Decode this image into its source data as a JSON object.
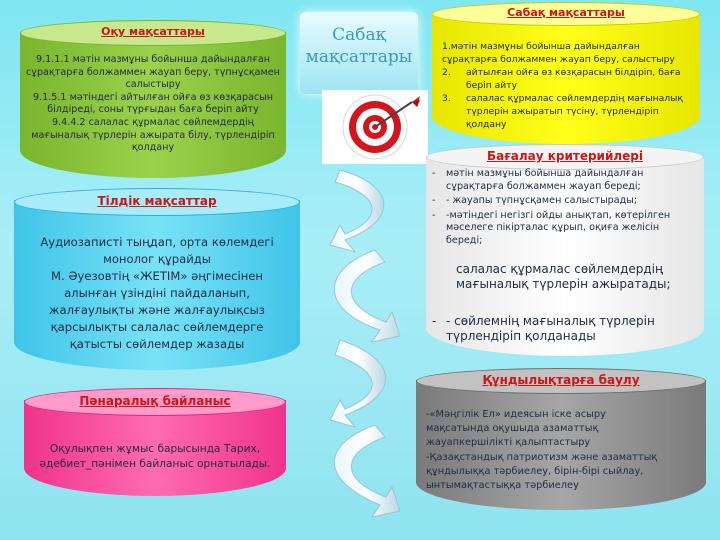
{
  "center": {
    "title_line1": "Сабақ",
    "title_line2": "мақсаттары"
  },
  "learning_goals": {
    "title": "Оқу мақсаттары",
    "lines": [
      "9.1.1.1  мәтін мазмұны бойынша дайындалған",
      "сұрақтарға болжаммен жауап беру, түпнұсқамен",
      "салыстыру",
      "9.1.5.1  мәтіндегі айтылған ойға өз көзқарасын",
      "білдіреді, соны түрғыдан баға беріп айту",
      "9.4.4.2 салалас құрмалас сөйлемдердің",
      "мағыналық түрлерін ажырата білу, түрлендіріп",
      "қолдану"
    ]
  },
  "lesson_goals": {
    "title": "Сабақ  мақсаттары",
    "intro": "1.мәтін мазмұны бойынша дайындалған сұрақтарға болжаммен жауап беру, салыстыру",
    "items": [
      {
        "num": "2.",
        "text": "айтылған ойға өз көзқарасын білдіріп, баға беріп айту"
      },
      {
        "num": "3.",
        "text": "салалас құрмалас сөйлемдердің мағыналық түрлерін ажыратып түсіну, түрлендіріп қолдану"
      }
    ]
  },
  "language_goals": {
    "title": "Тілдік мақсаттар",
    "lines": [
      "Аудиозаписті тыңдап, орта көлемдегі",
      "монолог құрайды",
      "М. Әуезовтің  «ЖЕТІМ» әңгімесінен",
      "алынған үзіндіні пайдаланып,",
      "жалғаулықты және жалғаулықсыз",
      "қарсылықты салалас сөйлемдерге",
      "қатысты сөйлемдер жазады"
    ]
  },
  "criteria": {
    "title": "Бағалау критерийлері",
    "items": [
      "мәтін мазмұны бойынша дайындалған сұрақтарға болжаммен жауап береді;",
      "- жауапы түпнұсқамен салыстырады;",
      "-мәтіндегі негізгі ойды анықтап, көтерілген мәселеге пікірталас құрып, оқиға желісін береді;"
    ],
    "extra": " салалас құрмалас сөйлемдердің мағыналық түрлерін ажыратады;",
    "last": "- сөйлемнің мағыналық түрлерін түрлендіріп қолданады"
  },
  "interdisciplinary": {
    "title": "Пәнаралық байланыс",
    "lines": [
      "Оқулықпен жұмыс барысында Тарих,",
      "әдебиет_пәнімен байланыс орнатылады."
    ]
  },
  "values": {
    "title": "Құндылықтарға баулу",
    "lines": [
      "-«Мәңгілік Ел» идеясын іске асыру",
      "мақсатында оқушыда азаматтық",
      "жауапкершілікті қалыптастыру",
      "-Қазақстандық патриотизм және азаматтық",
      "құндылыққа тәрбиелеу, бірін-бірі сыйлау,",
      "ынтымақтастыққа тәрбиелеу"
    ]
  },
  "colors": {
    "green": "#8dc63f",
    "yellow": "#ffff00",
    "cyan": "#5fd4f0",
    "white": "#ffffff",
    "pink": "#ff4fa0",
    "gray": "#8c8c8c",
    "title_red": "#c81818"
  }
}
